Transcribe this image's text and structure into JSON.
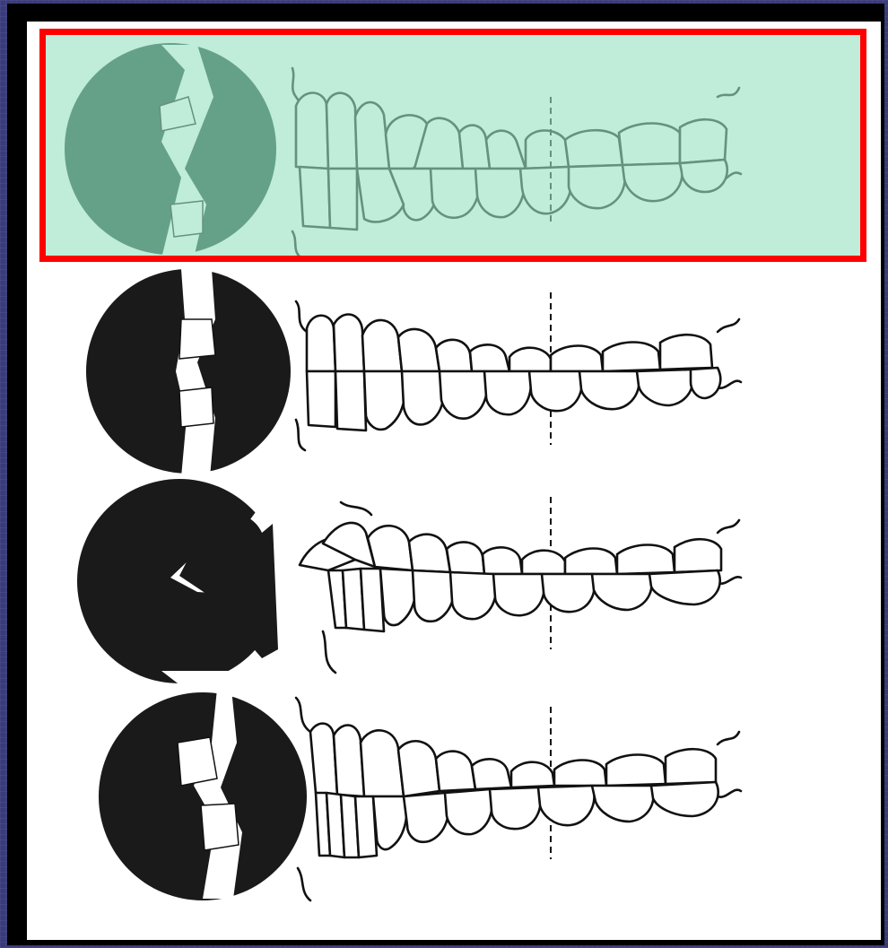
{
  "slide": {
    "colors": {
      "background": "#3a3b7a",
      "frame": "#000000",
      "paper": "#ffffff",
      "highlight_fill": "#99e0c4",
      "highlight_border": "#ff0000",
      "ink": "#111111"
    },
    "figures": [
      {
        "id": "bite-1",
        "highlighted": true
      },
      {
        "id": "bite-2",
        "highlighted": false
      },
      {
        "id": "bite-3",
        "highlighted": false
      },
      {
        "id": "bite-4",
        "highlighted": false
      }
    ]
  }
}
